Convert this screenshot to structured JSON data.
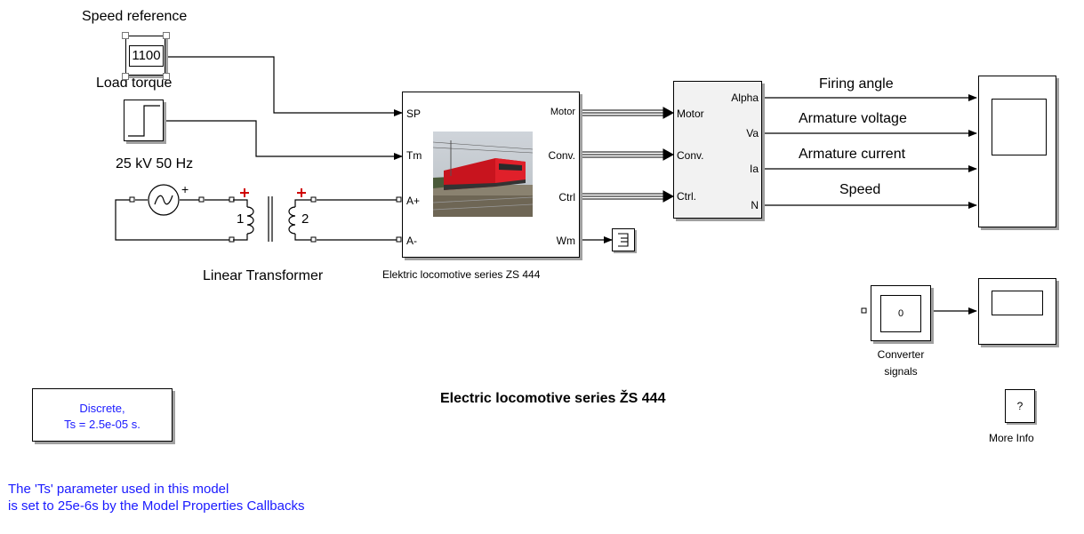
{
  "labels": {
    "speed_reference": "Speed reference",
    "speed_value": "1100",
    "load_torque": "Load torque",
    "source": "25 kV  50 Hz",
    "transformer": "Linear Transformer",
    "transformer_w1": "1",
    "transformer_w2": "2",
    "locomotive": "Elektric locomotive series ZS 444",
    "converter_signals": "Converter\nsignals",
    "display_value": "0",
    "more_info_mark": "?",
    "more_info": "More Info",
    "title": "Electric locomotive series ŽS 444",
    "powergui": "Discrete,\nTs = 2.5e-05 s.",
    "note": "The 'Ts' parameter used in this model\nis set to 25e-6s  by the Model Properties Callbacks"
  },
  "locomotive_ports": {
    "in": [
      "SP",
      "Tm",
      "A+",
      "A-"
    ],
    "out": [
      "Motor",
      "Conv.",
      "Ctrl",
      "Wm"
    ]
  },
  "selector_ports": {
    "in": [
      "Motor",
      "Conv.",
      "Ctrl."
    ],
    "out": [
      "Alpha",
      "Va",
      "Ia",
      "N"
    ]
  },
  "signals": [
    "Firing angle",
    "Armature voltage",
    "Armature current",
    "Speed"
  ],
  "colors": {
    "note_text": "#1a1aff",
    "transformer_mark": "#d00000",
    "block_shadow": "#a0a0a0"
  }
}
